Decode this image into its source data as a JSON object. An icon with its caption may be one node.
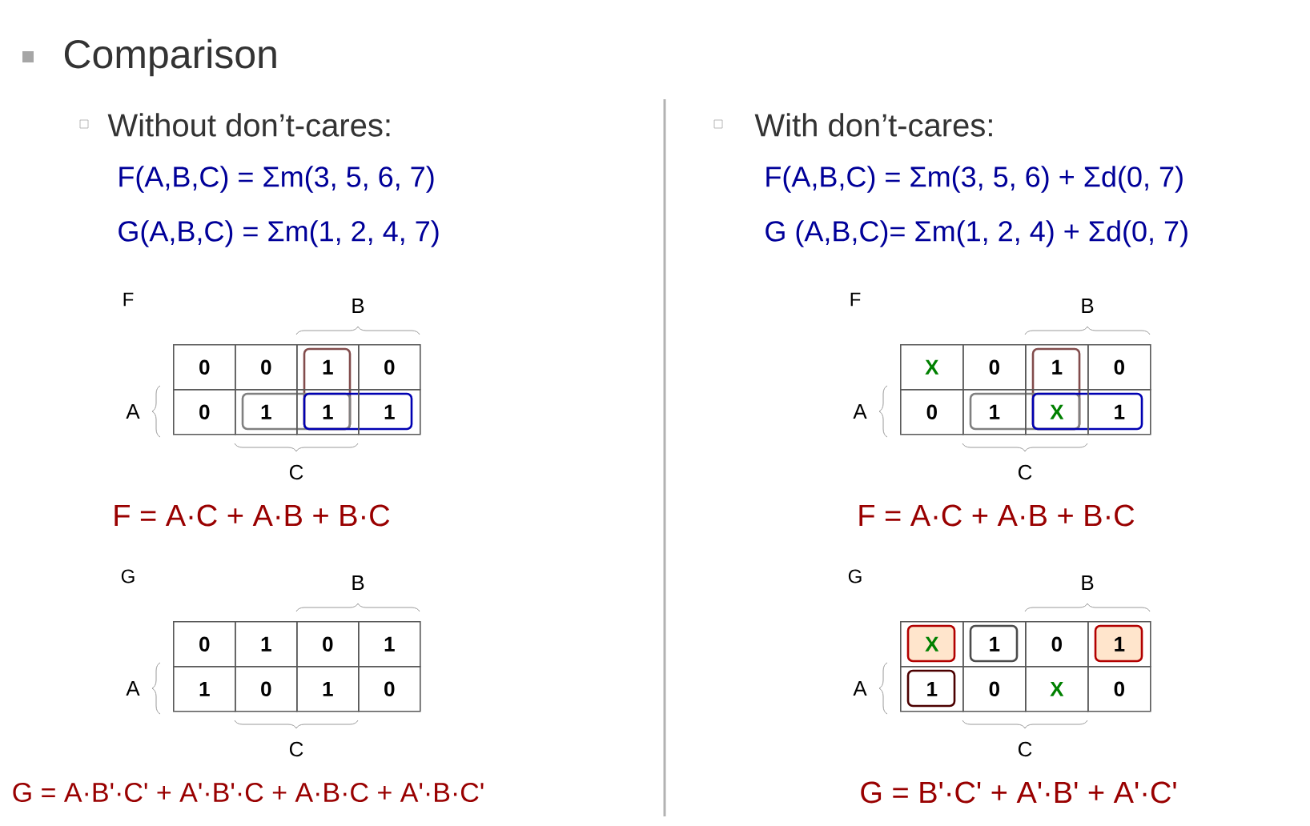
{
  "diagram": {
    "labels": [
      "Comparison",
      "Without don’t-cares:",
      "F(A,B,C) = Σm(3, 5, 6, 7)",
      "G(A,B,C) = Σm(1, 2, 4, 7)",
      "F",
      "B",
      "0",
      "0",
      "1",
      "0",
      "A",
      "0",
      "1",
      "1",
      "1",
      "C",
      "F = A·C + A·B + B·C",
      "G",
      "B",
      "0",
      "1",
      "0",
      "1",
      "A",
      "1",
      "0",
      "1",
      "0",
      "C",
      "G = A·B'·C' + A'·B'·C + A·B·C + A'·B·C'",
      "With don’t-cares:",
      "F(A,B,C) = Σm(3, 5, 6) + Σd(0, 7)",
      "G (A,B,C)= Σm(1, 2, 4) + Σd(0, 7)",
      "F",
      "B",
      "X",
      "0",
      "1",
      "0",
      "A",
      "0",
      "1",
      "X",
      "1",
      "C",
      "F = A·C + A·B + B·C",
      "G",
      "B",
      "X",
      "1",
      "0",
      "1",
      "A",
      "1",
      "0",
      "X",
      "0",
      "C",
      "G = B'·C' + A'·B' + A'·C'"
    ]
  }
}
